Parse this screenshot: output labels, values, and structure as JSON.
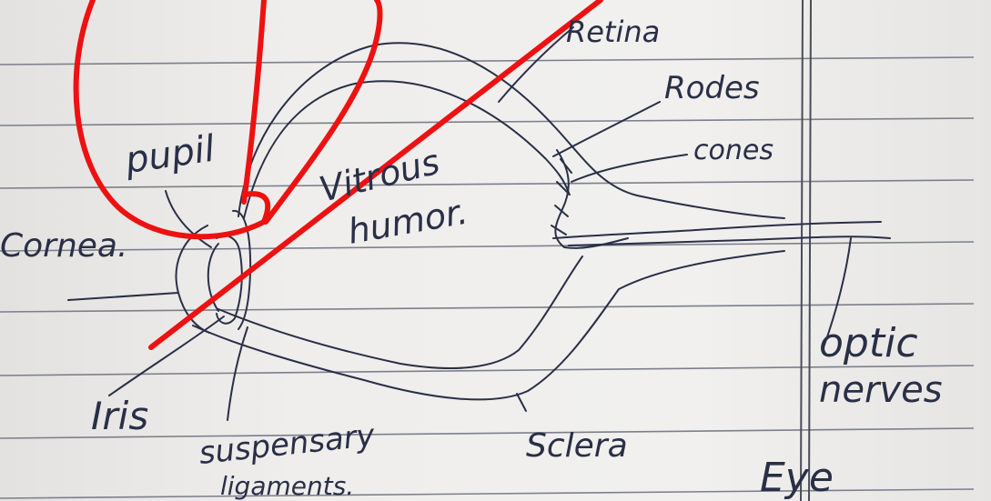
{
  "diagram": {
    "labels": {
      "retina": "Retina",
      "rodes": "Rodes",
      "cones": "cones",
      "pupil": "pupil",
      "vitrous": "Vitrous",
      "humor": "humor.",
      "cornea": "Cornea.",
      "iris": "Iris",
      "suspensary": "suspensary",
      "ligaments": "ligaments.",
      "sclera": "Sclera",
      "optic": "optic",
      "nerves": "nerves",
      "eye": "Eye"
    },
    "colors": {
      "ink": "#2a2f47",
      "rule_lines": "#7c7f8c",
      "margin_line": "#4a4d5a",
      "correction_marks": "#ee1111",
      "paper": "#efeeec"
    }
  }
}
